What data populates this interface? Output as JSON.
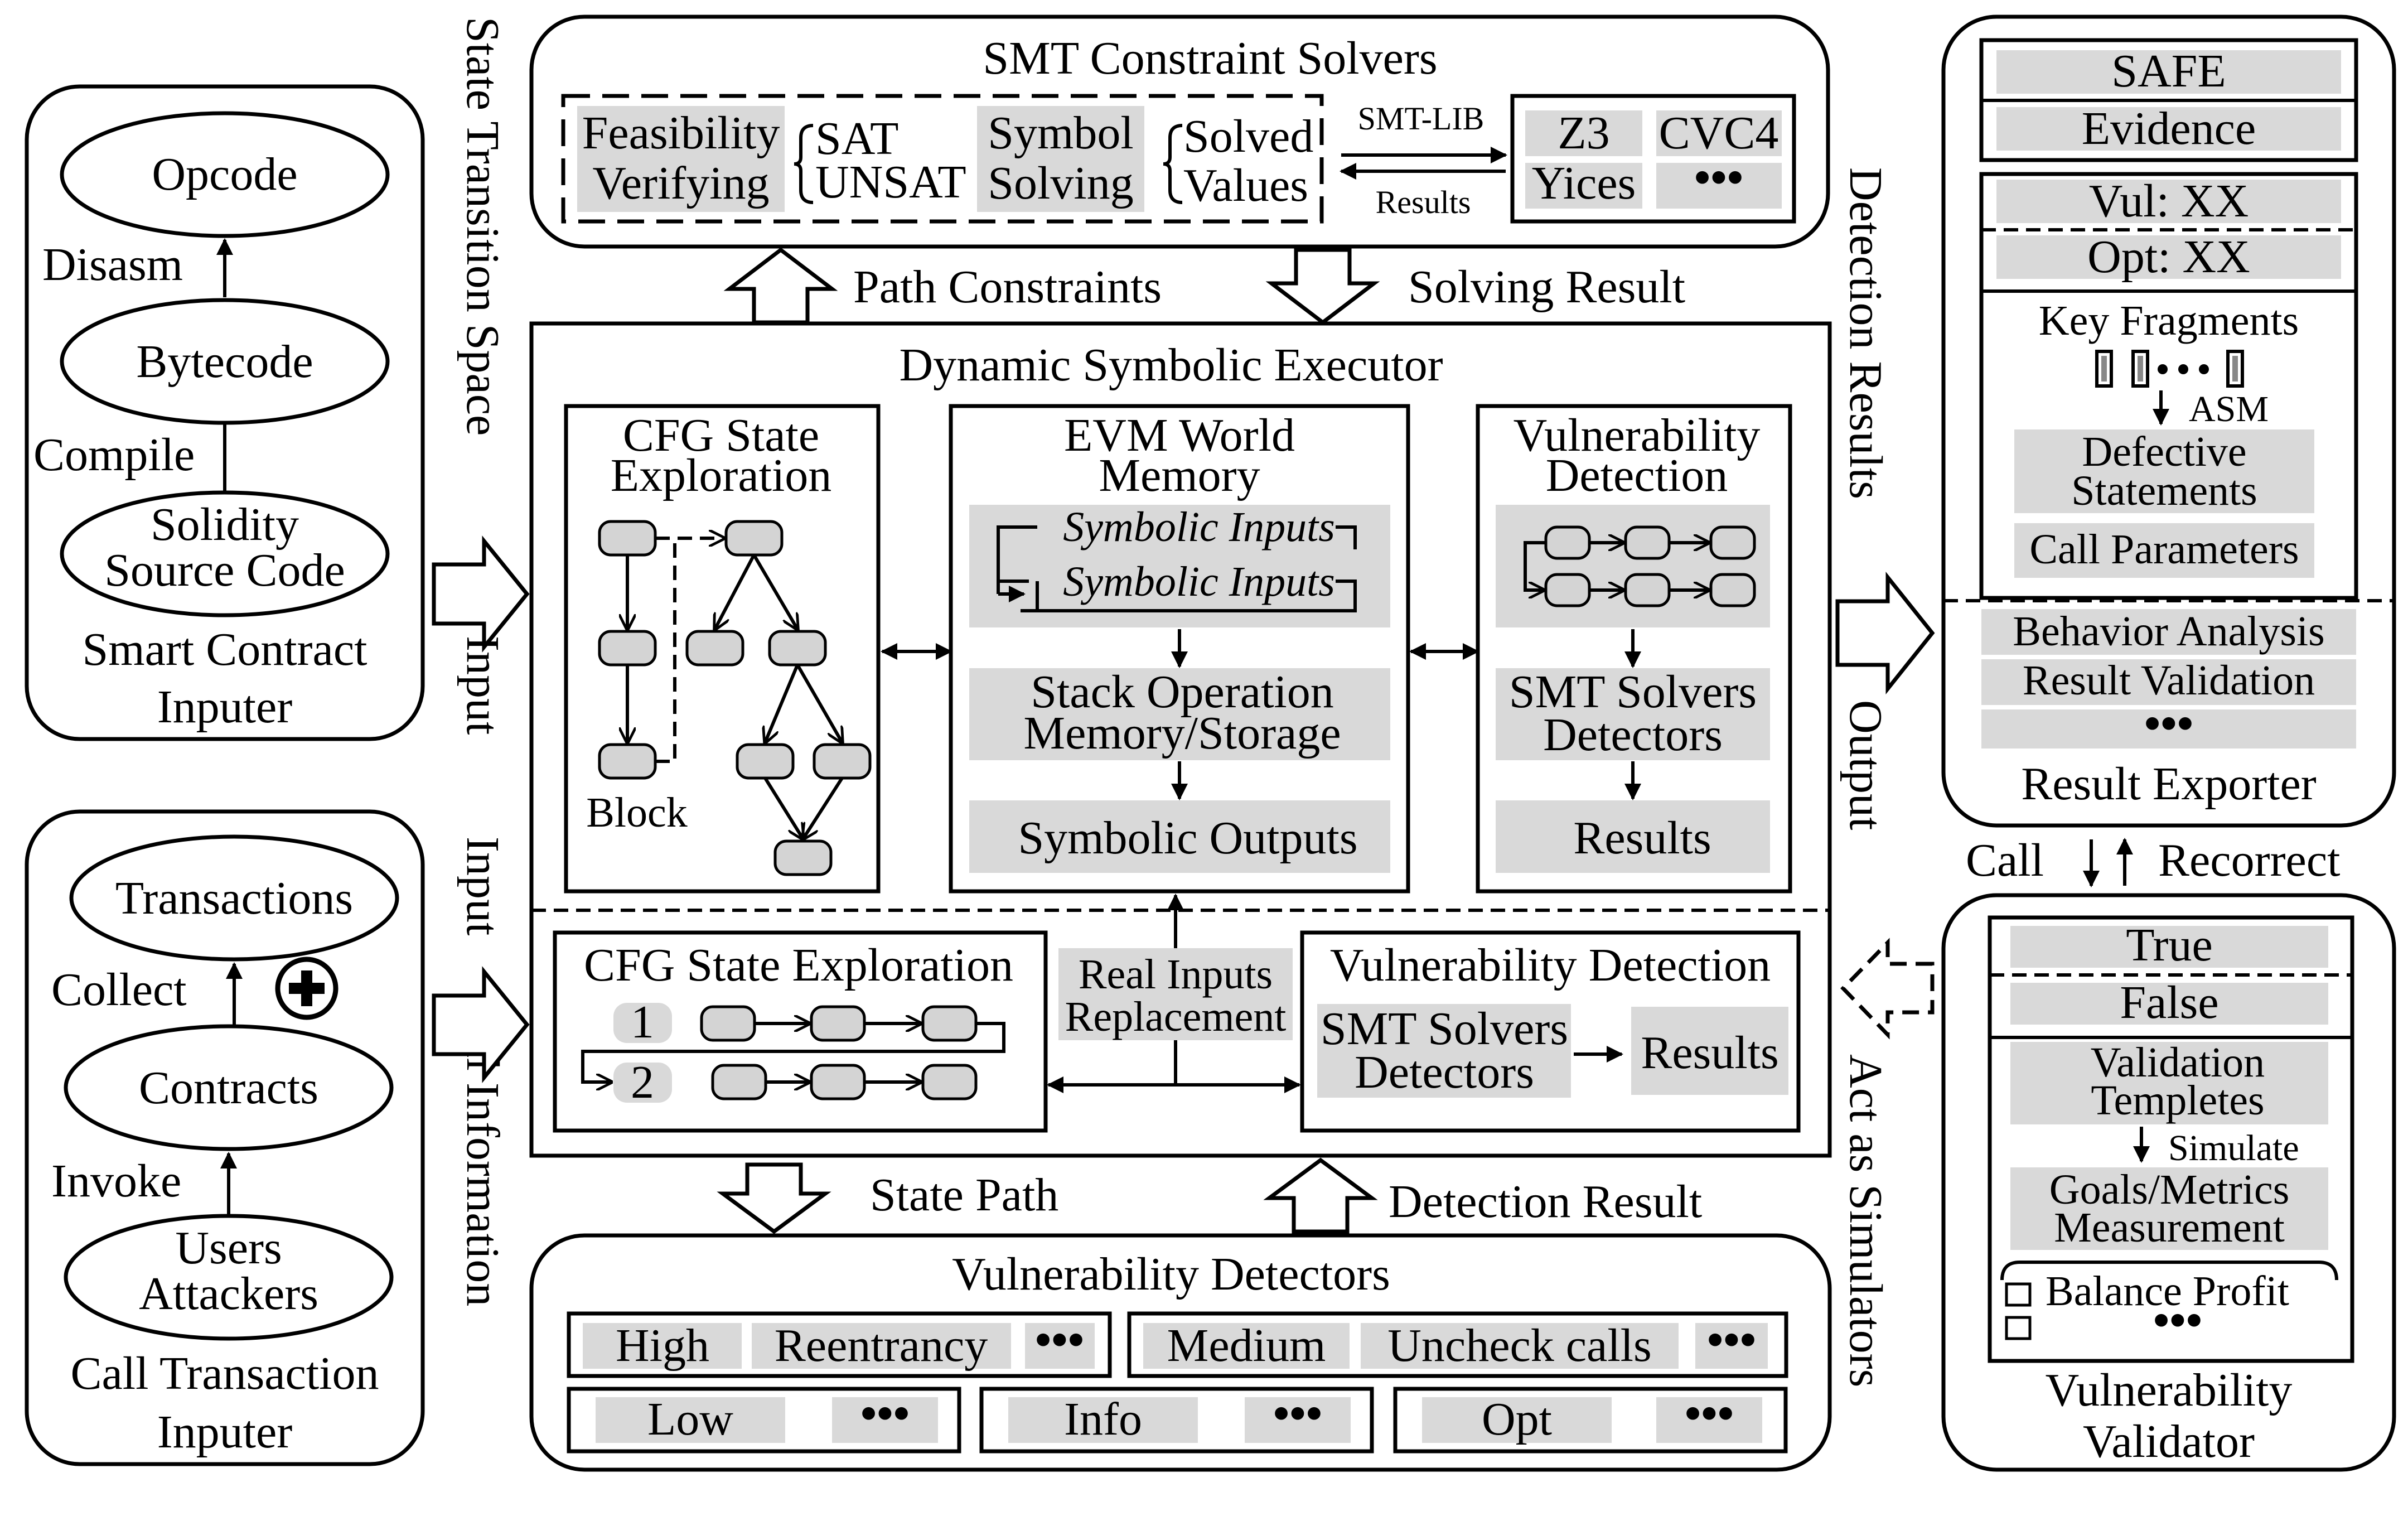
{
  "smart_contract_inputer": {
    "opcode": "Opcode",
    "disasm": "Disasm",
    "bytecode": "Bytecode",
    "compile": "Compile",
    "solidity_line1": "Solidity",
    "solidity_line2": "Source Code",
    "title_line1": "Smart Contract",
    "title_line2": "Inputer"
  },
  "call_transaction_inputer": {
    "transactions": "Transactions",
    "collect": "Collect",
    "contracts": "Contracts",
    "invoke": "Invoke",
    "users": "Users",
    "attackers": "Attackers",
    "title_line1": "Call Transaction",
    "title_line2": "Inputer"
  },
  "side_labels": {
    "state_transition_space": "State Transition Space",
    "input_top": "Input",
    "input_bottom": "Input",
    "call_information": "Call Information",
    "detection_results": "Detection Results",
    "output": "Output",
    "act_as_simulators": "Act as Simulators"
  },
  "smt_solvers": {
    "title": "SMT Constraint Solvers",
    "feasibility": "Feasibility",
    "verifying": "Verifying",
    "sat": "SAT",
    "unsat": "UNSAT",
    "symbol": "Symbol",
    "solving": "Solving",
    "solved": "Solved",
    "values": "Values",
    "smt_lib": "SMT-LIB",
    "results": "Results",
    "z3": "Z3",
    "cvc4": "CVC4",
    "yices": "Yices",
    "more": "•••"
  },
  "flow_labels": {
    "path_constraints": "Path Constraints",
    "solving_result": "Solving Result",
    "state_path": "State Path",
    "detection_result": "Detection Result",
    "call": "Call",
    "recorrect": "Recorrect"
  },
  "executor": {
    "title": "Dynamic Symbolic Executor",
    "cfg_line1": "CFG State",
    "cfg_line2": "Exploration",
    "block": "Block",
    "evm_line1": "EVM World",
    "evm_line2": "Memory",
    "symbolic_inputs": "Symbolic Inputs",
    "stack_operation": "Stack Operation",
    "memory_storage": "Memory/Storage",
    "symbolic_outputs": "Symbolic Outputs",
    "vd_line1": "Vulnerability",
    "vd_line2": "Detection",
    "smt_solvers": "SMT Solvers",
    "detectors": "Detectors",
    "results": "Results",
    "cfg_full": "CFG State Exploration",
    "real_inputs": "Real Inputs",
    "replacement": "Replacement",
    "vd_full": "Vulnerability Detection",
    "num1": "1",
    "num2": "2"
  },
  "vulnerability_detectors": {
    "title": "Vulnerability Detectors",
    "high": "High",
    "reentrancy": "Reentrancy",
    "medium": "Medium",
    "uncheck_calls": "Uncheck calls",
    "low": "Low",
    "info": "Info",
    "opt": "Opt",
    "more": "•••"
  },
  "result_exporter": {
    "safe": "SAFE",
    "evidence": "Evidence",
    "vul": "Vul: XX",
    "opt": "Opt: XX",
    "key_fragments": "Key Fragments",
    "asm": "ASM",
    "defective_line1": "Defective",
    "defective_line2": "Statements",
    "call_parameters": "Call Parameters",
    "behavior_analysis": "Behavior Analysis",
    "result_validation": "Result Validation",
    "more": "•••",
    "title": "Result Exporter"
  },
  "vulnerability_validator": {
    "true": "True",
    "false": "False",
    "validation_line1": "Validation",
    "validation_line2": "Templetes",
    "simulate": "Simulate",
    "goals_line1": "Goals/Metrics",
    "goals_line2": "Measurement",
    "balance_profit": "Balance Profit",
    "more": "•••",
    "title_line1": "Vulnerability",
    "title_line2": "Validator"
  }
}
